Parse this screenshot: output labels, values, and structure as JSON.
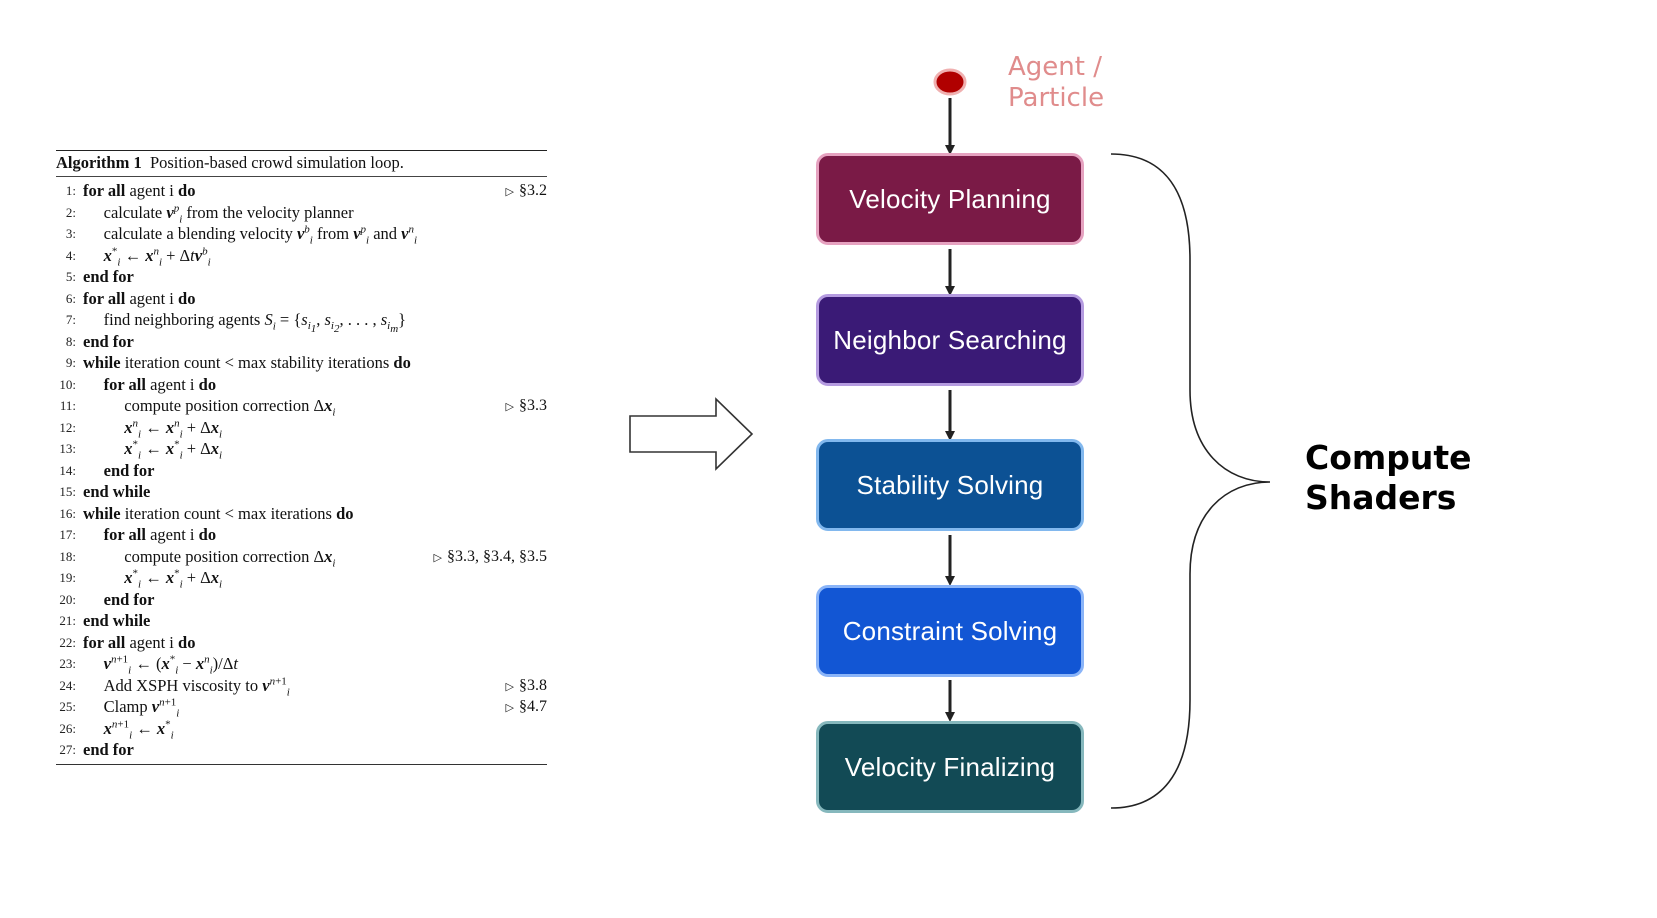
{
  "algorithm": {
    "caption_label": "Algorithm 1",
    "caption_text": "Position-based crowd simulation loop.",
    "lines": [
      {
        "n": "1:",
        "ref": "§3.2"
      },
      {
        "n": "2:",
        "ref": ""
      },
      {
        "n": "3:",
        "ref": ""
      },
      {
        "n": "4:",
        "ref": ""
      },
      {
        "n": "5:",
        "ref": ""
      },
      {
        "n": "6:",
        "ref": ""
      },
      {
        "n": "7:",
        "ref": ""
      },
      {
        "n": "8:",
        "ref": ""
      },
      {
        "n": "9:",
        "ref": ""
      },
      {
        "n": "10:",
        "ref": ""
      },
      {
        "n": "11:",
        "ref": "§3.3"
      },
      {
        "n": "12:",
        "ref": ""
      },
      {
        "n": "13:",
        "ref": ""
      },
      {
        "n": "14:",
        "ref": ""
      },
      {
        "n": "15:",
        "ref": ""
      },
      {
        "n": "16:",
        "ref": ""
      },
      {
        "n": "17:",
        "ref": ""
      },
      {
        "n": "18:",
        "ref": "§3.3, §3.4, §3.5"
      },
      {
        "n": "19:",
        "ref": ""
      },
      {
        "n": "20:",
        "ref": ""
      },
      {
        "n": "21:",
        "ref": ""
      },
      {
        "n": "22:",
        "ref": ""
      },
      {
        "n": "23:",
        "ref": ""
      },
      {
        "n": "24:",
        "ref": "§3.8"
      },
      {
        "n": "25:",
        "ref": "§4.7"
      },
      {
        "n": "26:",
        "ref": ""
      },
      {
        "n": "27:",
        "ref": ""
      }
    ]
  },
  "pipeline": {
    "agent_label_line1": "Agent /",
    "agent_label_line2": "Particle",
    "agent_color": "#b00000",
    "stages": [
      {
        "label": "Velocity Planning",
        "fill": "#7a1a46",
        "border": "#e6a2c0"
      },
      {
        "label": "Neighbor Searching",
        "fill": "#3a1a76",
        "border": "#b59be0"
      },
      {
        "label": "Stability Solving",
        "fill": "#0c5194",
        "border": "#82b8ee"
      },
      {
        "label": "Constraint Solving",
        "fill": "#1256d4",
        "border": "#8ab4f8"
      },
      {
        "label": "Velocity Finalizing",
        "fill": "#124a55",
        "border": "#86b8bd"
      }
    ],
    "group_label_line1": "Compute",
    "group_label_line2": "Shaders"
  }
}
